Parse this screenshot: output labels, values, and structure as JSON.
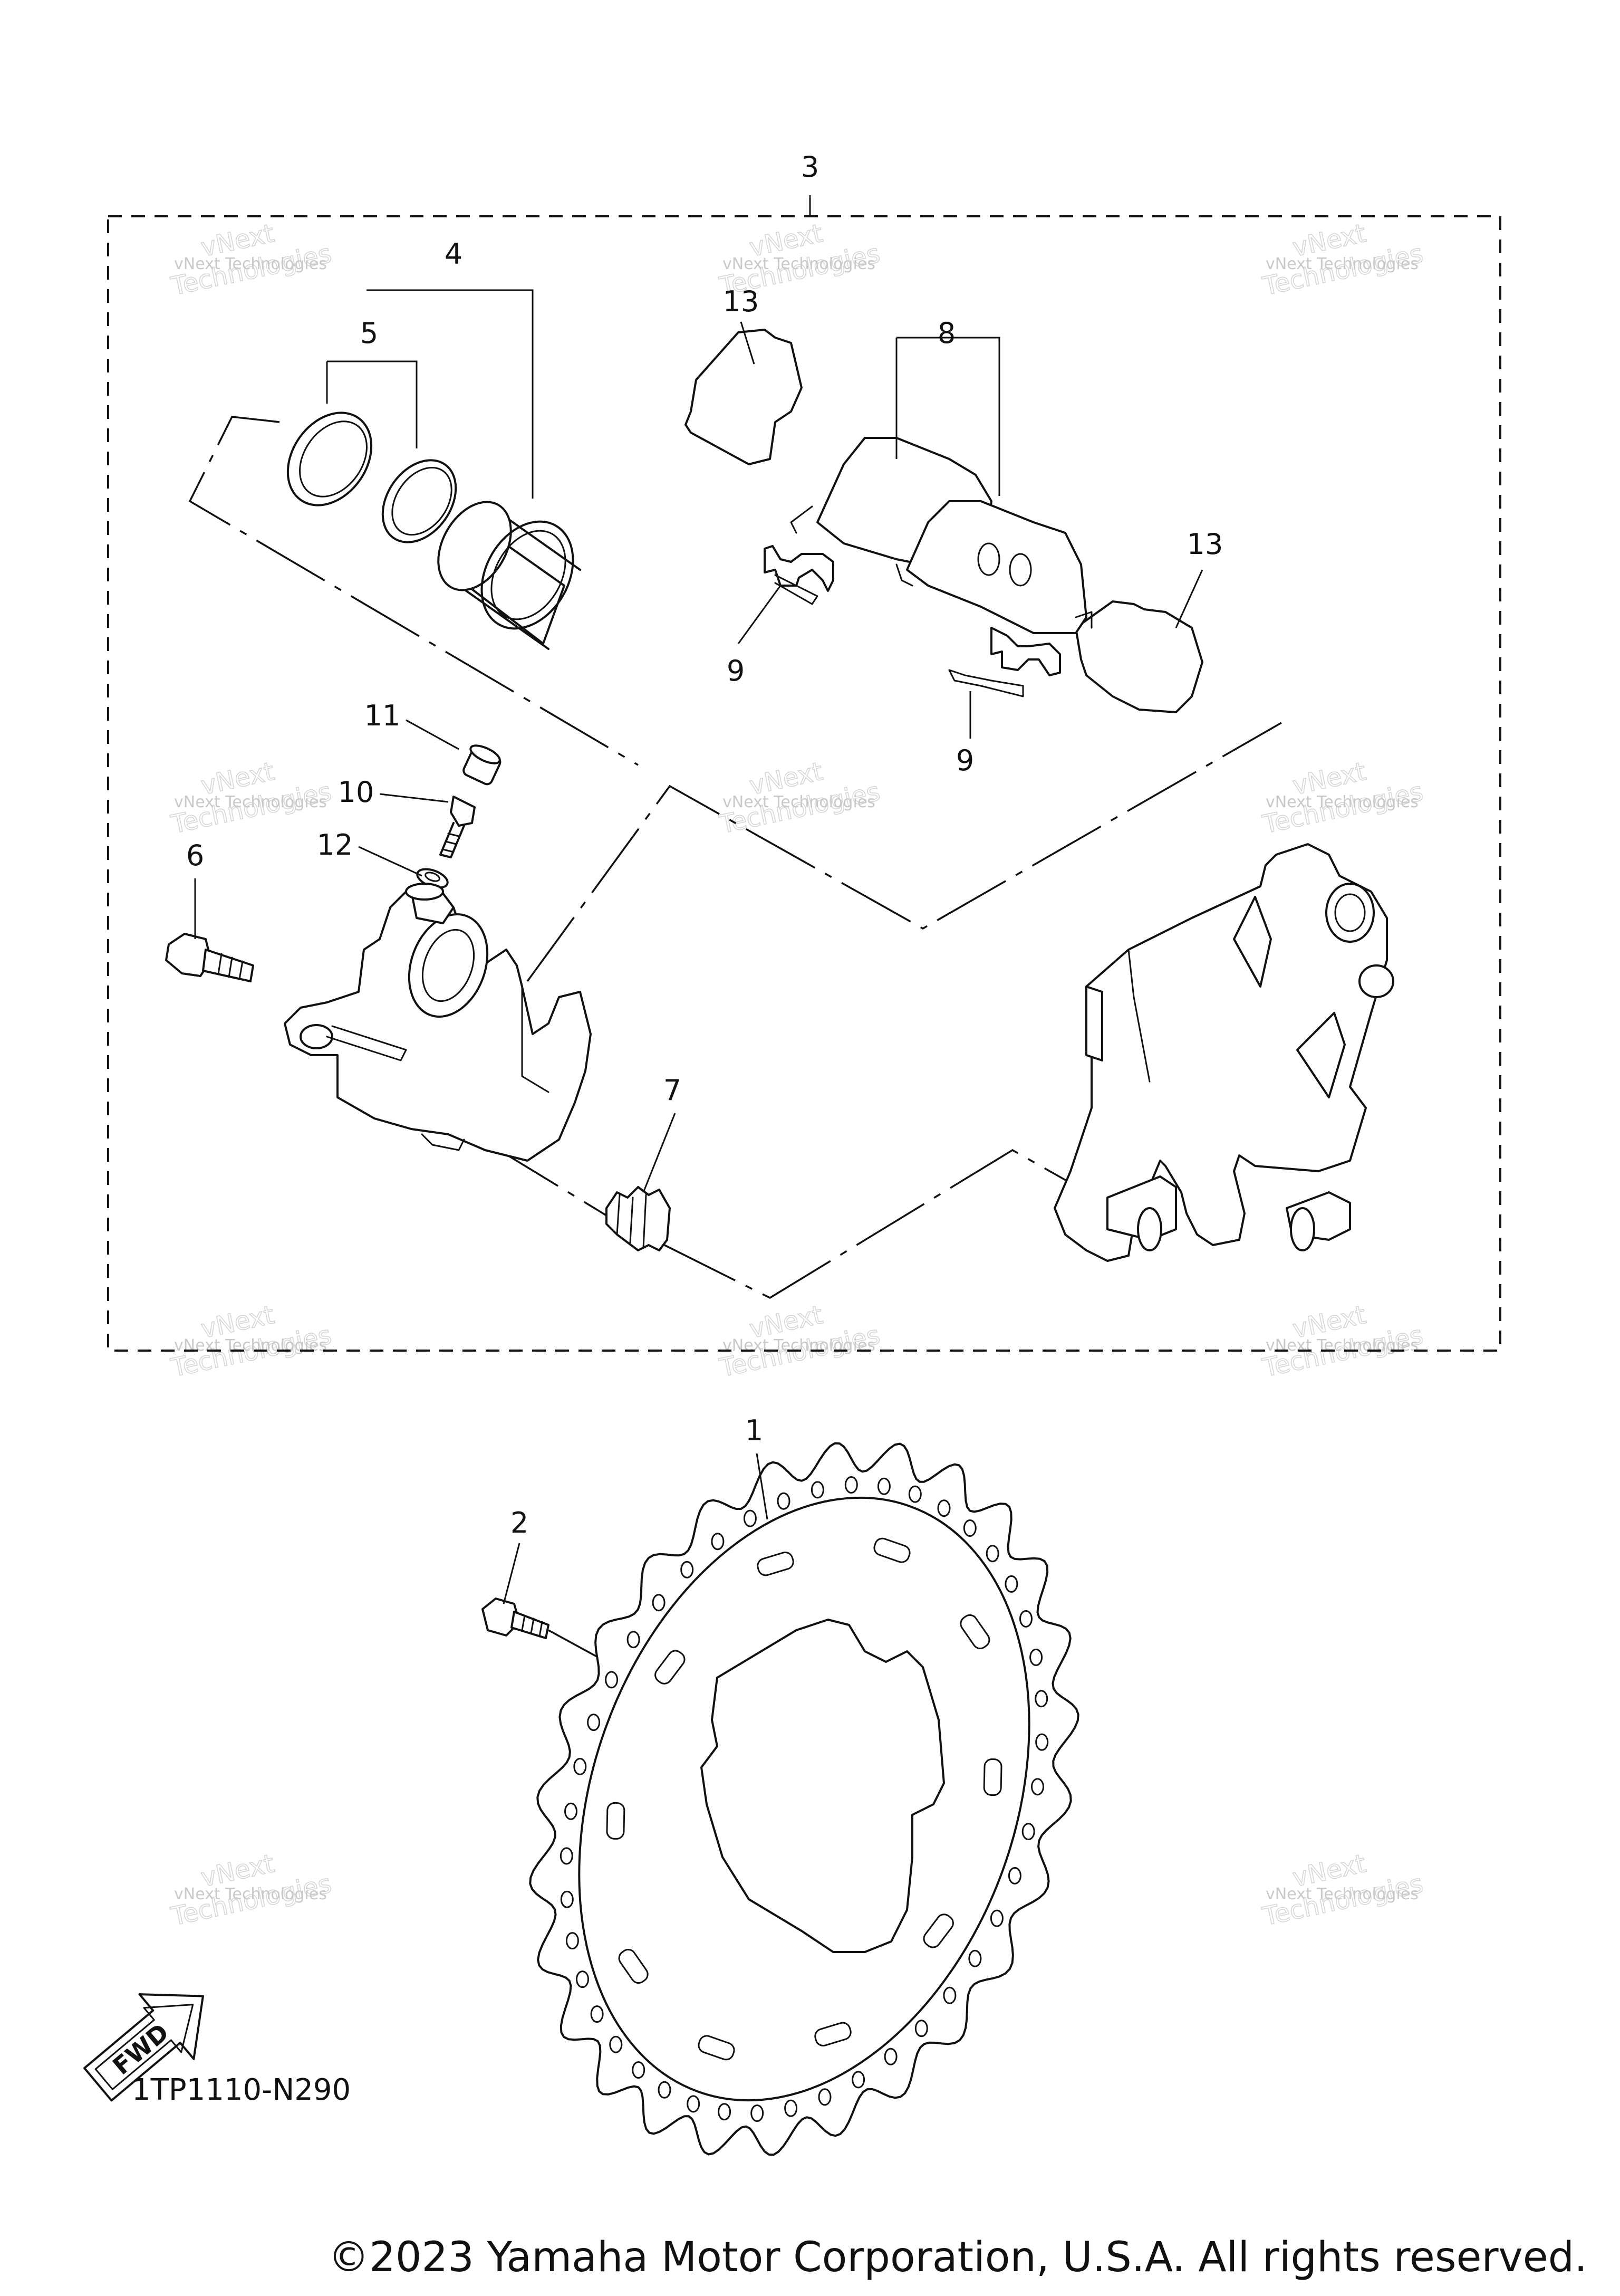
{
  "diagram_code": "1TP1110-N290",
  "copyright": "©2023 Yamaha Motor Corporation, U.S.A. All rights reserved.",
  "fwd_label": "FWD",
  "watermark": {
    "line1": "vNext Technologies",
    "line2": "Technologies",
    "line3": "vNext"
  },
  "callouts": {
    "c1": "1",
    "c2": "2",
    "c3": "3",
    "c4": "4",
    "c5": "5",
    "c6": "6",
    "c7": "7",
    "c8": "8",
    "c9a": "9",
    "c9b": "9",
    "c10": "10",
    "c11": "11",
    "c12": "12",
    "c13a": "13",
    "c13b": "13"
  },
  "colors": {
    "line": "#111111",
    "watermark": "#c9c9c9",
    "background": "#ffffff"
  }
}
